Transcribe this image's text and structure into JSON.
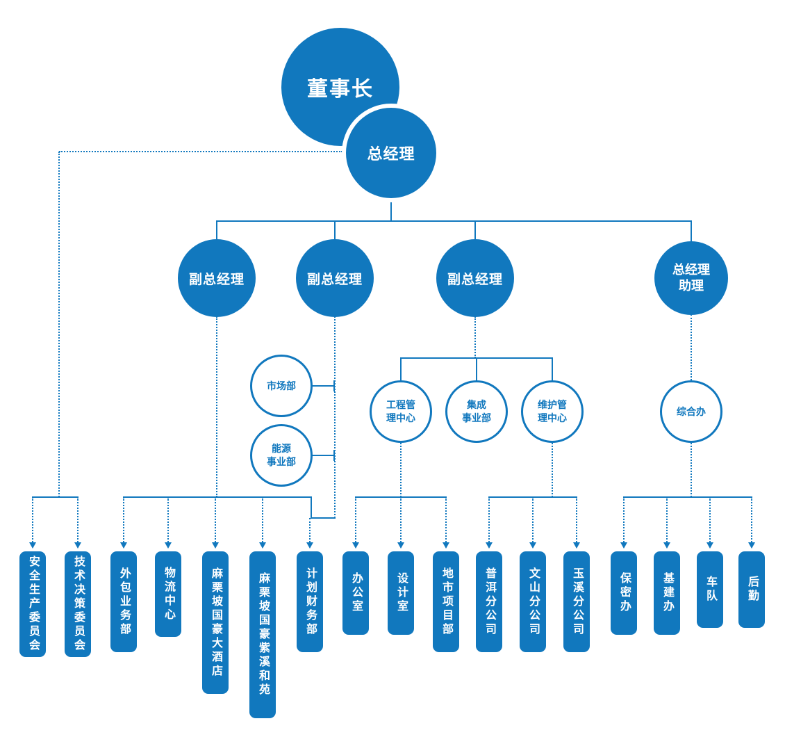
{
  "diagram": {
    "colors": {
      "primary_blue": "#1178be",
      "background": "#ffffff"
    },
    "chairman": {
      "label": "董事长"
    },
    "general_manager": {
      "label": "总经理"
    },
    "deputies": [
      {
        "label": "副总经理"
      },
      {
        "label": "副总经理"
      },
      {
        "label": "副总经理"
      }
    ],
    "gm_assistant": {
      "line1": "总经理",
      "line2": "助理"
    },
    "mid_nodes": {
      "market": {
        "label": "市场部"
      },
      "energy": {
        "line1": "能源",
        "line2": "事业部"
      },
      "engineering": {
        "line1": "工程管",
        "line2": "理中心"
      },
      "integration": {
        "line1": "集成",
        "line2": "事业部"
      },
      "maintenance": {
        "line1": "维护管",
        "line2": "理中心"
      },
      "general_office": {
        "label": "综合办"
      }
    },
    "bottom_units": [
      {
        "label": "安全生产委员会"
      },
      {
        "label": "技术决策委员会"
      },
      {
        "label": "外包业务部"
      },
      {
        "label": "物流中心"
      },
      {
        "label": "麻栗坡国豪大酒店"
      },
      {
        "label": "麻栗坡国豪紫溪和苑"
      },
      {
        "label": "计划财务部"
      },
      {
        "label": "办公室"
      },
      {
        "label": "设计室"
      },
      {
        "label": "地市项目部"
      },
      {
        "label": "普洱分公司"
      },
      {
        "label": "文山分公司"
      },
      {
        "label": "玉溪分公司"
      },
      {
        "label": "保密办"
      },
      {
        "label": "基建办"
      },
      {
        "label": "车队"
      },
      {
        "label": "后勤"
      }
    ]
  }
}
